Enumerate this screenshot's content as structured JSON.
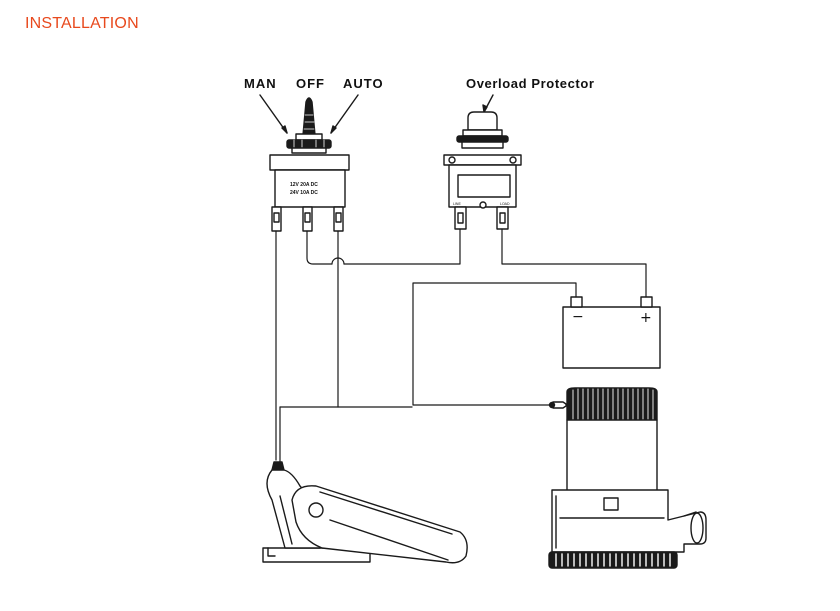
{
  "page": {
    "heading": "INSTALLATION",
    "heading_color": "#e8491d"
  },
  "diagram": {
    "switch_labels": {
      "man": "MAN",
      "off": "OFF",
      "auto": "AUTO"
    },
    "switch_rating": {
      "line1": "12V  20A  DC",
      "line2": "24V  10A  DC"
    },
    "protector_label": "Overload Protector",
    "protector_terminals": {
      "line": "LINE",
      "load": "LOAD"
    },
    "battery_signs": {
      "negative": "−",
      "positive": "+"
    },
    "line_color": "#1a1a1a"
  }
}
